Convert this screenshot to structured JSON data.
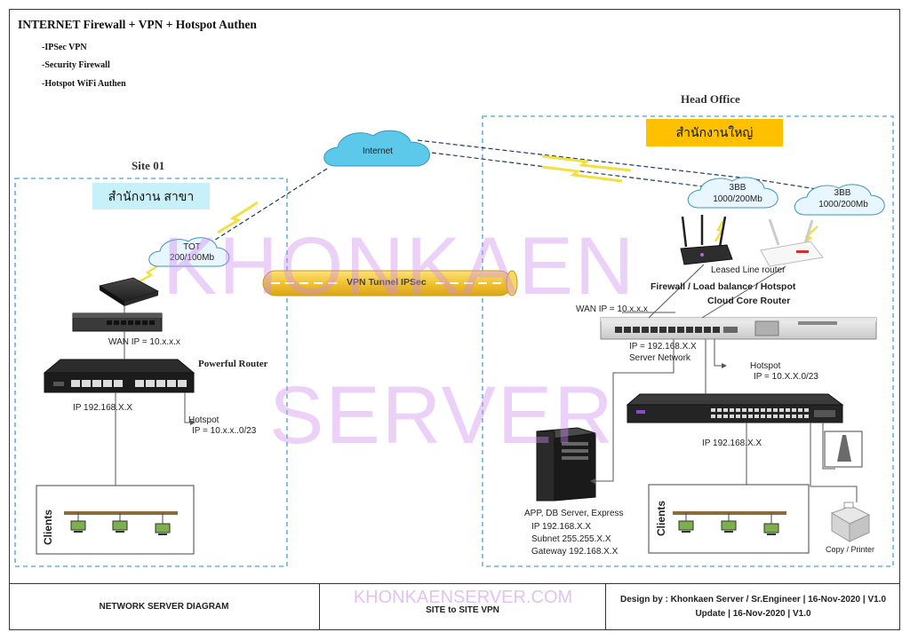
{
  "header": {
    "title": "INTERNET Firewall + VPN + Hotspot Authen",
    "bullets": [
      "-IPSec VPN",
      "-Security Firewall",
      "-Hotspot WiFi Authen"
    ]
  },
  "site01": {
    "heading": "Site 01",
    "thai_label": "สำนักงาน สาขา",
    "isp": [
      "TOT",
      "200/100Mb"
    ],
    "wan_ip": "WAN IP = 10.x.x.x",
    "router_label": "Powerful Router",
    "lan_ip": "IP 192.168.X.X",
    "hotspot": "Hotspot",
    "hotspot_ip": "IP = 10.x.x..0/23",
    "clients": "Clients"
  },
  "internet": "Internet",
  "vpn_tunnel": "VPN Tunnel IPSec",
  "head_office": {
    "heading": "Head Office",
    "thai_label": "สำนักงานใหญ่",
    "isp1": [
      "3BB",
      "1000/200Mb"
    ],
    "isp2": [
      "3BB",
      "1000/200Mb"
    ],
    "leased_line": "Leased Line router",
    "firewall_label": "Firewall / Load balance / Hotspot",
    "ccr_label": "Cloud Core Router",
    "wan_ip": "WAN IP = 10.x.x.x",
    "server_ip": "IP = 192.168.X.X",
    "server_network": "Server Network",
    "hotspot": "Hotspot",
    "hotspot_ip": "IP = 10.X.X.0/23",
    "switch_ip": "IP 192.168.X.X",
    "server_lines": [
      "APP, DB Server, Express",
      "IP 192.168.X.X",
      "Subnet 255.255.X.X",
      "Gateway 192.168.X.X"
    ],
    "clients": "Clients",
    "printer": "Copy / Printer"
  },
  "watermark": {
    "line1": "KHONKAEN",
    "line2": "SERVER",
    "footer": "KHONKAENSERVER.COM"
  },
  "footer": {
    "left": "NETWORK SERVER DIAGRAM",
    "middle": "SITE to SITE VPN",
    "right1": "Design by : Khonkaen Server / Sr.Engineer | 16-Nov-2020 | V1.0",
    "right2": "Update | 16-Nov-2020 | V1.0"
  },
  "colors": {
    "dash_box": "#4aa0d8",
    "cloud": "#5cc8ea",
    "tunnel": "#f2c230",
    "thai_site_bg": "#c8f0f8",
    "thai_ho_bg": "#ffc000",
    "watermark": "#d08cec"
  }
}
